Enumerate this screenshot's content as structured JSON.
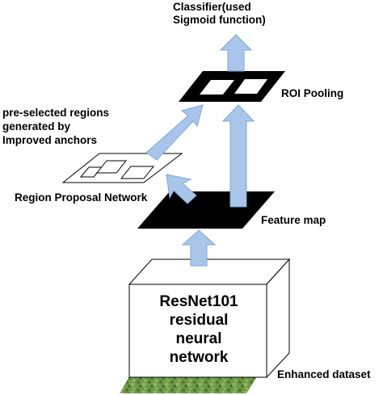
{
  "labels": {
    "classifier_line1": "Classifier(used",
    "classifier_line2": "Sigmoid function)",
    "roi_pooling": "ROI Pooling",
    "regions_line1": "pre-selected regions",
    "regions_line2": "generated by",
    "regions_line3": "Improved anchors",
    "rpn": "Region Proposal Network",
    "feature_map": "Feature map",
    "resnet_line1": "ResNet101",
    "resnet_line2": "residual",
    "resnet_line3": "neural",
    "resnet_line4": "network",
    "dataset": "Enhanced dataset"
  },
  "colors": {
    "arrow_fill": "#a9c6ea",
    "arrow_stroke": "#7ea6d6",
    "dataset_green": "#6f9a4a",
    "outline": "#000000"
  }
}
